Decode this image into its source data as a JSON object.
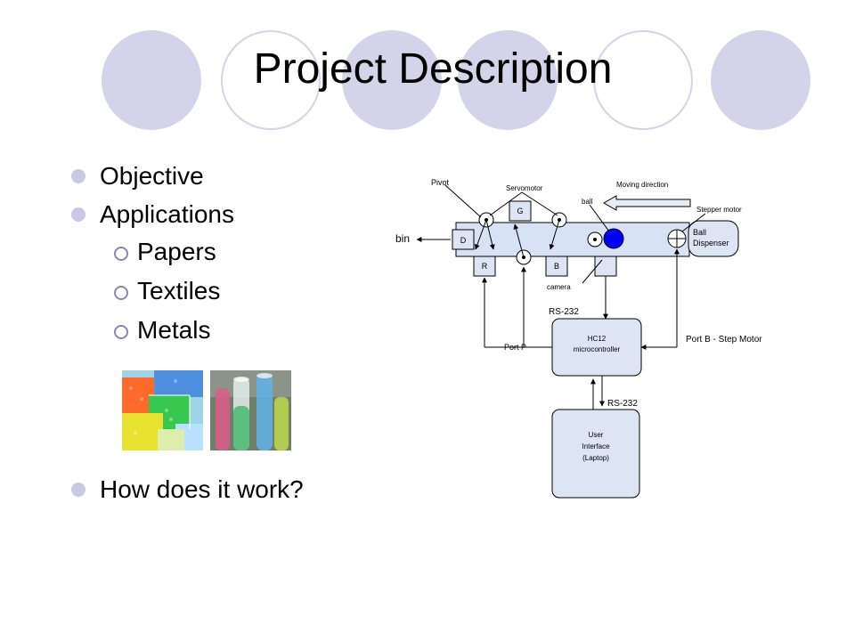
{
  "title": "Project Description",
  "bullets": {
    "objective": "Objective",
    "applications": "Applications",
    "sub": [
      "Papers",
      "Textiles",
      "Metals"
    ],
    "how": "How does it work?"
  },
  "diagram": {
    "pivot": "Pivot",
    "servomotor": "Servomotor",
    "moving_direction": "Moving direction",
    "ball": "ball",
    "stepper_motor": "Stepper motor",
    "bin": "bin",
    "box_d": "D",
    "box_g": "G",
    "box_r": "R",
    "box_b": "B",
    "ball_dispenser_1": "Ball",
    "ball_dispenser_2": "Dispenser",
    "camera": "camera",
    "rs232_top": "RS-232",
    "rs232_bottom": "RS-232",
    "port_p": "Port P",
    "port_b": "Port B - Step Motor",
    "hc12_1": "HC12",
    "hc12_2": "microcontroller",
    "ui_1": "User",
    "ui_2": "Interface",
    "ui_3": "(Laptop)"
  },
  "colors": {
    "accent_circle": "#d3d3e9",
    "ball": "#0000ff",
    "box_fill": "#dde4f3",
    "belt_fill": "#d7e3f4"
  },
  "icons": [
    "plastic-beads-photo",
    "test-tubes-photo"
  ]
}
